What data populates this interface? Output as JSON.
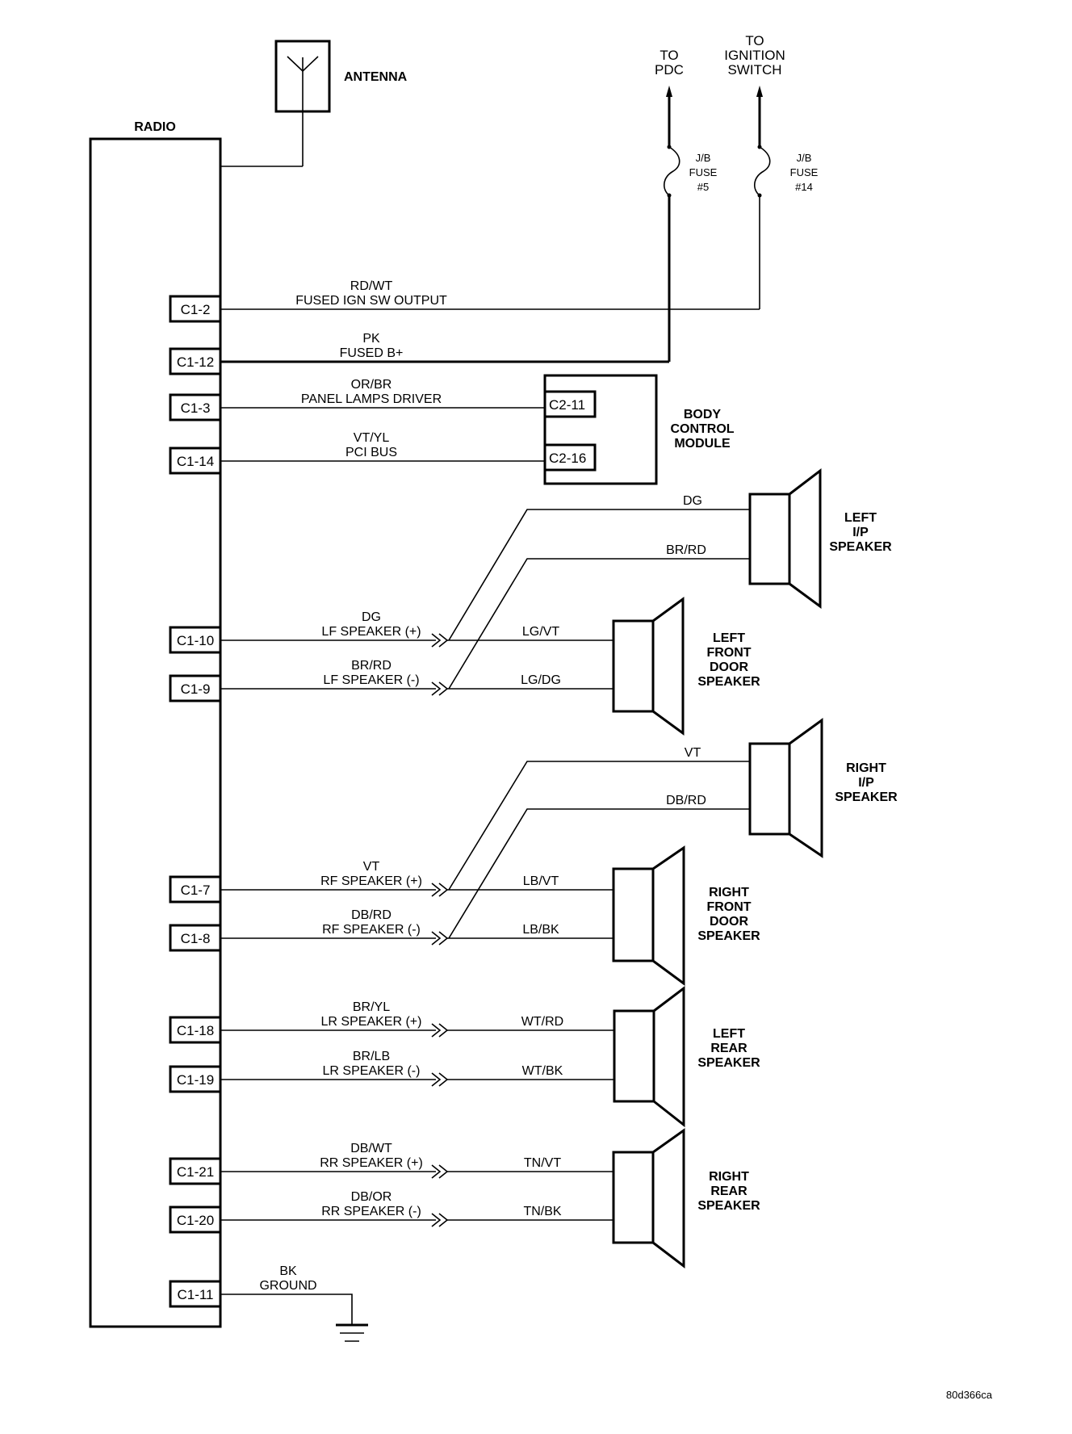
{
  "radio": {
    "title": "RADIO"
  },
  "antenna": {
    "label": "ANTENNA"
  },
  "sources": [
    {
      "id": "pdc",
      "lines": [
        "TO",
        "PDC"
      ],
      "fuse_lines": [
        "J/B",
        "FUSE",
        "#5"
      ]
    },
    {
      "id": "ign",
      "lines": [
        "TO",
        "IGNITION",
        "SWITCH"
      ],
      "fuse_lines": [
        "J/B",
        "FUSE",
        "#14"
      ]
    }
  ],
  "circuits": [
    {
      "pin": "C1-2",
      "color": "RD/WT",
      "function": "FUSED IGN SW OUTPUT"
    },
    {
      "pin": "C1-12",
      "color": "PK",
      "function": "FUSED B+"
    },
    {
      "pin": "C1-3",
      "color": "OR/BR",
      "function": "PANEL LAMPS DRIVER"
    },
    {
      "pin": "C1-14",
      "color": "VT/YL",
      "function": "PCI BUS"
    },
    {
      "pin": "C1-10",
      "color": "DG",
      "function": "LF SPEAKER (+)"
    },
    {
      "pin": "C1-9",
      "color": "BR/RD",
      "function": "LF SPEAKER (-)"
    },
    {
      "pin": "C1-7",
      "color": "VT",
      "function": "RF SPEAKER (+)"
    },
    {
      "pin": "C1-8",
      "color": "DB/RD",
      "function": "RF SPEAKER (-)"
    },
    {
      "pin": "C1-18",
      "color": "BR/YL",
      "function": "LR SPEAKER (+)"
    },
    {
      "pin": "C1-19",
      "color": "BR/LB",
      "function": "LR SPEAKER (-)"
    },
    {
      "pin": "C1-21",
      "color": "DB/WT",
      "function": "RR SPEAKER (+)"
    },
    {
      "pin": "C1-20",
      "color": "DB/OR",
      "function": "RR SPEAKER (-)"
    },
    {
      "pin": "C1-11",
      "color": "BK",
      "function": "GROUND"
    }
  ],
  "bcm": {
    "lines": [
      "BODY",
      "CONTROL",
      "MODULE"
    ],
    "pins": [
      "C2-11",
      "C2-16"
    ]
  },
  "speakers": [
    {
      "id": "left-ip",
      "lines": [
        "LEFT",
        "I/P",
        "SPEAKER"
      ],
      "wires": [
        "DG",
        "BR/RD"
      ]
    },
    {
      "id": "left-front-door",
      "lines": [
        "LEFT",
        "FRONT",
        "DOOR",
        "SPEAKER"
      ],
      "wires": [
        "LG/VT",
        "LG/DG"
      ]
    },
    {
      "id": "right-ip",
      "lines": [
        "RIGHT",
        "I/P",
        "SPEAKER"
      ],
      "wires": [
        "VT",
        "DB/RD"
      ]
    },
    {
      "id": "right-front-door",
      "lines": [
        "RIGHT",
        "FRONT",
        "DOOR",
        "SPEAKER"
      ],
      "wires": [
        "LB/VT",
        "LB/BK"
      ]
    },
    {
      "id": "left-rear",
      "lines": [
        "LEFT",
        "REAR",
        "SPEAKER"
      ],
      "wires": [
        "WT/RD",
        "WT/BK"
      ]
    },
    {
      "id": "right-rear",
      "lines": [
        "RIGHT",
        "REAR",
        "SPEAKER"
      ],
      "wires": [
        "TN/VT",
        "TN/BK"
      ]
    }
  ],
  "figure_id": "80d366ca"
}
